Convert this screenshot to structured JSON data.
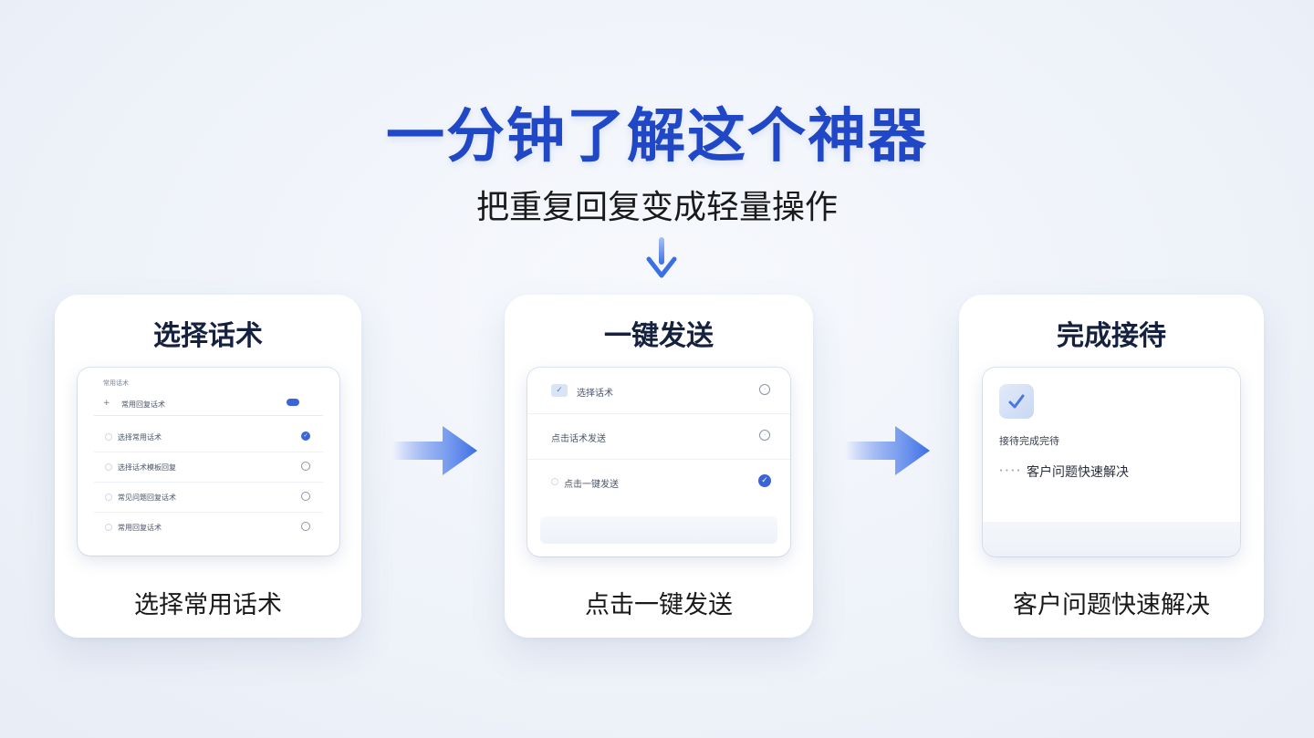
{
  "header": {
    "title": "一分钟了解这个神器",
    "subtitle": "把重复回复变成轻量操作"
  },
  "colors": {
    "accent": "#1f47c6",
    "arrow": "#3b6fe6",
    "check": "#3b64d8"
  },
  "steps": [
    {
      "title": "选择话术",
      "caption": "选择常用话术",
      "panel": {
        "header": "常用话术",
        "search_text": "常用回复话术",
        "items": [
          {
            "label": "选择常用话术",
            "icon": "check-icon",
            "active": true
          },
          {
            "label": "选择话术模板回复",
            "icon": "circle-icon",
            "active": false
          },
          {
            "label": "常见问题回复话术",
            "icon": "circle-icon",
            "active": false
          },
          {
            "label": "常用回复话术",
            "icon": "circle-icon",
            "active": false
          }
        ]
      }
    },
    {
      "title": "一键发送",
      "caption": "点击一键发送",
      "panel": {
        "items": [
          {
            "label": "选择话术",
            "icon": "circle-icon",
            "active": false
          },
          {
            "label": "点击话术发送",
            "icon": "circle-icon",
            "active": false
          },
          {
            "label": "点击一键发送",
            "icon": "check-icon",
            "active": true
          }
        ]
      }
    },
    {
      "title": "完成接待",
      "caption": "客户问题快速解决",
      "panel": {
        "heading": "接待完成完待",
        "line": "客户问题快速解决"
      }
    }
  ]
}
